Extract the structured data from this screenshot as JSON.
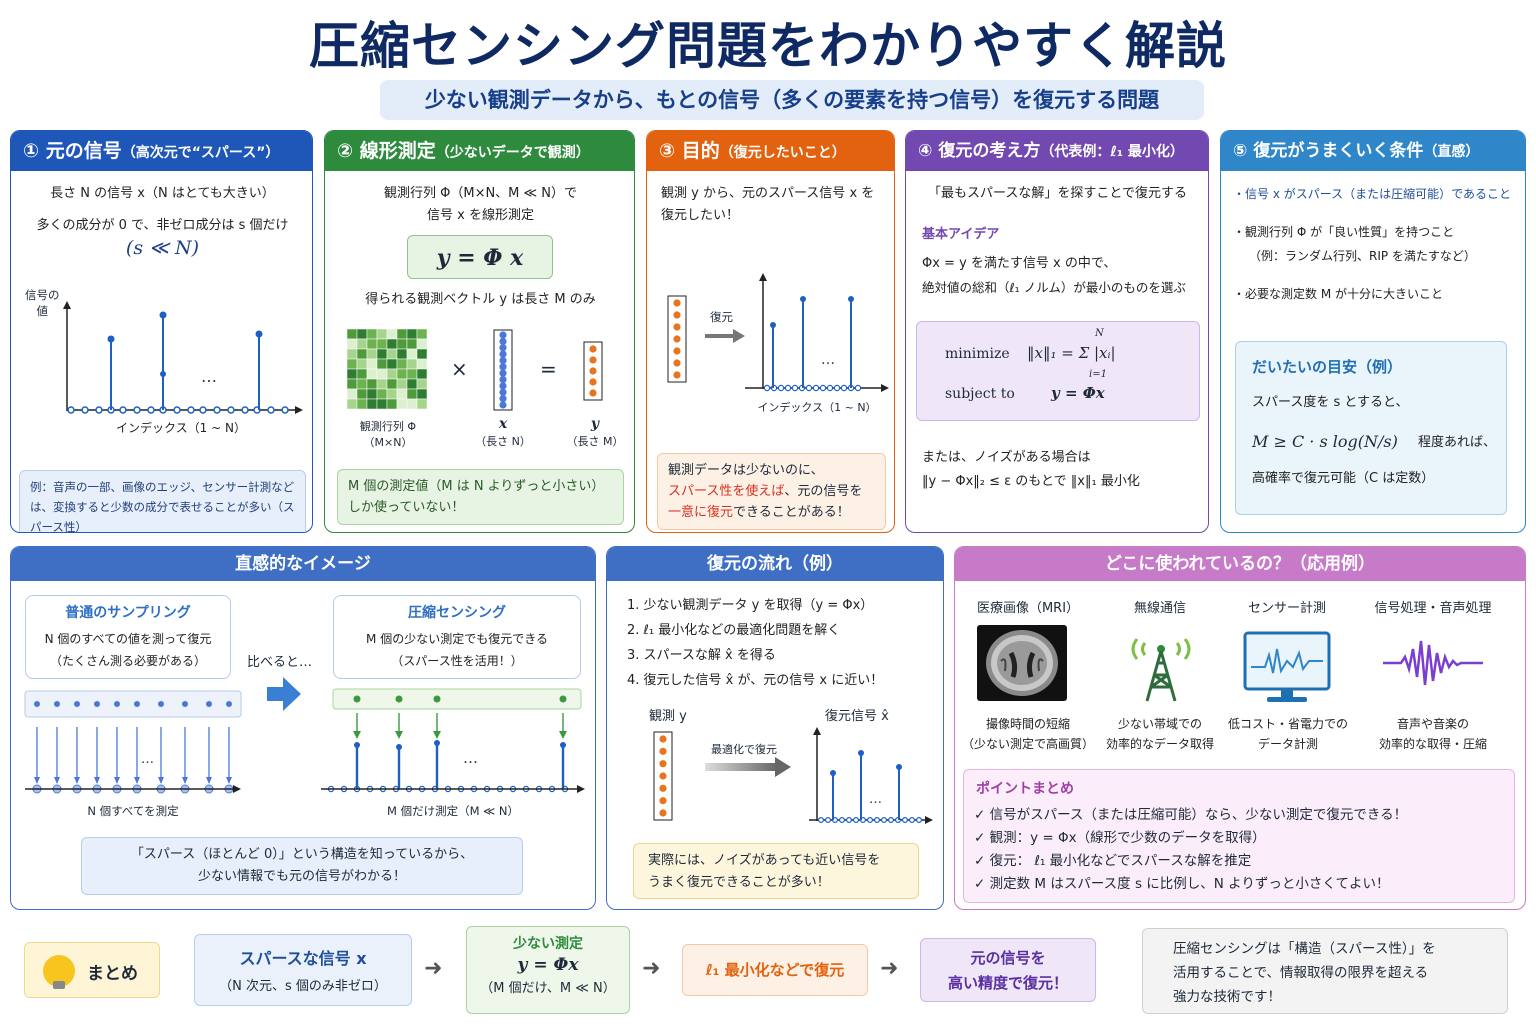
{
  "title": "圧縮センシング問題をわかりやすく解説",
  "subtitle": "少ない観測データから、もとの信号（多くの要素を持つ信号）を復元する問題",
  "card1": {
    "num": "①",
    "title": "元の信号",
    "sub": "（高次元で“スパース”）",
    "line1": "長さ N の信号 x（N はとても大きい）",
    "line2": "多くの成分が 0 で、非ゼロ成分は s 個だけ",
    "formula": "(s ≪ N)",
    "ylabel1": "信号の",
    "ylabel2": "値",
    "dots": "…",
    "xlabel": "インデックス（1 ~ N）",
    "note": "例：音声の一部、画像のエッジ、センサー計測などは、変換すると少数の成分で表せることが多い（スパース性）"
  },
  "card2": {
    "num": "②",
    "title": "線形測定",
    "sub": "（少ないデータで観測）",
    "line1": "観測行列 Φ（M×N、M ≪ N）で",
    "line2": "信号 x を線形測定",
    "formula": "y = Φ x",
    "line3": "得られる観測ベクトル y は長さ M のみ",
    "times": "×",
    "equals": "=",
    "phi_label": "観測行列 Φ",
    "phi_size": "（M×N）",
    "x_label": "x",
    "x_size": "（長さ N）",
    "y_label": "y",
    "y_size": "（長さ M）",
    "note": "M 個の測定値（M は N よりずっと小さい）しか使っていない！"
  },
  "card3": {
    "num": "③",
    "title": "目的",
    "sub": "（復元したいこと）",
    "line1": "観測 y から、元のスパース信号 x を",
    "line2": "復元したい！",
    "arrow_label": "復元",
    "dots": "…",
    "xlabel": "インデックス（1 ~ N）",
    "note1": "観測データは少ないのに、",
    "note2a": "スパース性を使えば",
    "note2b": "、元の信号を",
    "note3a": "一意に復元",
    "note3b": "できることがある！"
  },
  "card4": {
    "num": "④",
    "title": "復元の考え方",
    "sub": "（代表例：ℓ₁ 最小化）",
    "line1": "「最もスパースな解」を探すことで復元する",
    "idea_h": "基本アイデア",
    "idea1": "Φx = y を満たす信号 x の中で、",
    "idea2": "絶対値の総和（ℓ₁ ノルム）が最小のものを選ぶ",
    "min_label": "minimize",
    "min_expr": "‖x‖₁ = Σ |xᵢ|",
    "sum_top": "N",
    "sum_bot": "i=1",
    "st_label": "subject to",
    "st_expr": "y = Φx",
    "noise1": "または、ノイズがある場合は",
    "noise2": "‖y − Φx‖₂ ≤ ε のもとで ‖x‖₁ 最小化"
  },
  "card5": {
    "num": "⑤",
    "title": "復元がうまくいく条件",
    "sub": "（直感）",
    "b1": "・信号 x がスパース（または圧縮可能）であること",
    "b2a": "・観測行列 Φ が「良い性質」を持つこと",
    "b2b": "（例：ランダム行列、RIP を満たすなど）",
    "b3": "・必要な測定数 M が十分に大きいこと",
    "guide_h": "だいたいの目安（例）",
    "guide1": "スパース度を s とすると、",
    "guide_formula": "M ≥ C · s log(N/s)",
    "guide_formula_tail": "程度あれば、",
    "guide3": "高確率で復元可能（C は定数）"
  },
  "intuition": {
    "header": "直感的なイメージ",
    "normal_h": "普通のサンプリング",
    "normal1": "N 個のすべての値を測って復元",
    "normal2": "（たくさん測る必要がある）",
    "compare": "比べると…",
    "cs_h": "圧縮センシング",
    "cs1": "M 個の少ない測定でも復元できる",
    "cs2": "（スパース性を活用！）",
    "dots": "…",
    "normal_caption": "N 個すべてを測定",
    "cs_caption": "M 個だけ測定（M ≪ N）",
    "note1": "「スパース（ほとんど 0）」という構造を知っているから、",
    "note2": "少ない情報でも元の信号がわかる！"
  },
  "flow": {
    "header": "復元の流れ（例）",
    "steps": [
      "1.  少ない観測データ y を取得（y = Φx）",
      "2.  ℓ₁ 最小化などの最適化問題を解く",
      "3.  スパースな解 x̂ を得る",
      "4.  復元した信号 x̂ が、元の信号 x に近い！"
    ],
    "obs_label": "観測 y",
    "rec_label": "復元信号 x̂",
    "arrow_label": "最適化で復元",
    "dots": "…",
    "note1": "実際には、ノイズがあっても近い信号を",
    "note2": "うまく復元できることが多い！"
  },
  "apps": {
    "header": "どこに使われているの？（応用例）",
    "items": [
      {
        "title": "医療画像（MRI）",
        "d1": "撮像時間の短縮",
        "d2": "（少ない測定で高画質）"
      },
      {
        "title": "無線通信",
        "d1": "少ない帯域での",
        "d2": "効率的なデータ取得"
      },
      {
        "title": "センサー計測",
        "d1": "低コスト・省電力での",
        "d2": "データ計測"
      },
      {
        "title": "信号処理・音声処理",
        "d1": "音声や音楽の",
        "d2": "効率的な取得・圧縮"
      }
    ],
    "points_h": "ポイントまとめ",
    "points": [
      "✓  信号がスパース（または圧縮可能）なら、少ない測定で復元できる！",
      "✓  観測：y = Φx（線形で少数のデータを取得）",
      "✓  復元： ℓ₁ 最小化などでスパースな解を推定",
      "✓  測定数 M はスパース度 s に比例し、N よりずっと小さくてよい！"
    ]
  },
  "summary": {
    "label": "まとめ",
    "box1a": "スパースな信号 x",
    "box1b": "（N 次元、s 個のみ非ゼロ）",
    "box2a": "少ない測定",
    "box2b": "y = Φx",
    "box2c": "（M 個だけ、M ≪ N）",
    "box3": "ℓ₁ 最小化などで復元",
    "box4a": "元の信号を",
    "box4b": "高い精度で復元！",
    "final1": "圧縮センシングは「構造（スパース性）」を",
    "final2": "活用することで、情報取得の限界を超える",
    "final3": "強力な技術です！",
    "arrow": "➜"
  },
  "colors": {
    "blue": "#1f57b8",
    "green": "#2e8b3d",
    "orange": "#e2620f",
    "purple": "#7249b0",
    "lightblue": "#2f86c8",
    "pink": "#c77ac8",
    "stem": "#1d5fc4"
  }
}
